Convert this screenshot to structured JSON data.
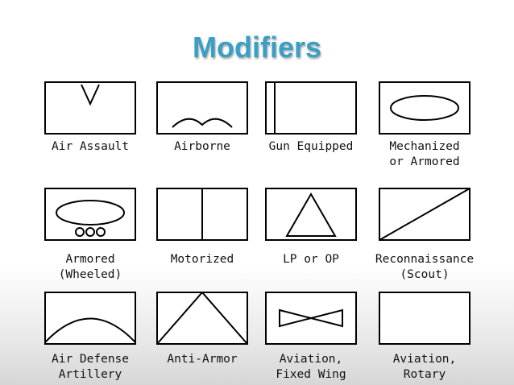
{
  "title": "Modifiers",
  "symbols": [
    {
      "label": "Air Assault",
      "icon": "air-assault-icon"
    },
    {
      "label": "Airborne",
      "icon": "airborne-icon"
    },
    {
      "label": "Gun Equipped",
      "icon": "gun-equipped-icon"
    },
    {
      "label": "Mechanized\nor Armored",
      "icon": "mechanized-icon"
    },
    {
      "label": "Armored\n(Wheeled)",
      "icon": "armored-wheeled-icon"
    },
    {
      "label": "Motorized",
      "icon": "motorized-icon"
    },
    {
      "label": "LP or OP",
      "icon": "lp-op-icon"
    },
    {
      "label": "Reconnaissance\n(Scout)",
      "icon": "reconnaissance-icon"
    },
    {
      "label": "Air Defense\nArtillery",
      "icon": "air-defense-icon"
    },
    {
      "label": "Anti-Armor",
      "icon": "anti-armor-icon"
    },
    {
      "label": "Aviation,\nFixed Wing",
      "icon": "fixed-wing-icon"
    },
    {
      "label": "Aviation,\nRotary",
      "icon": "rotary-icon"
    }
  ]
}
